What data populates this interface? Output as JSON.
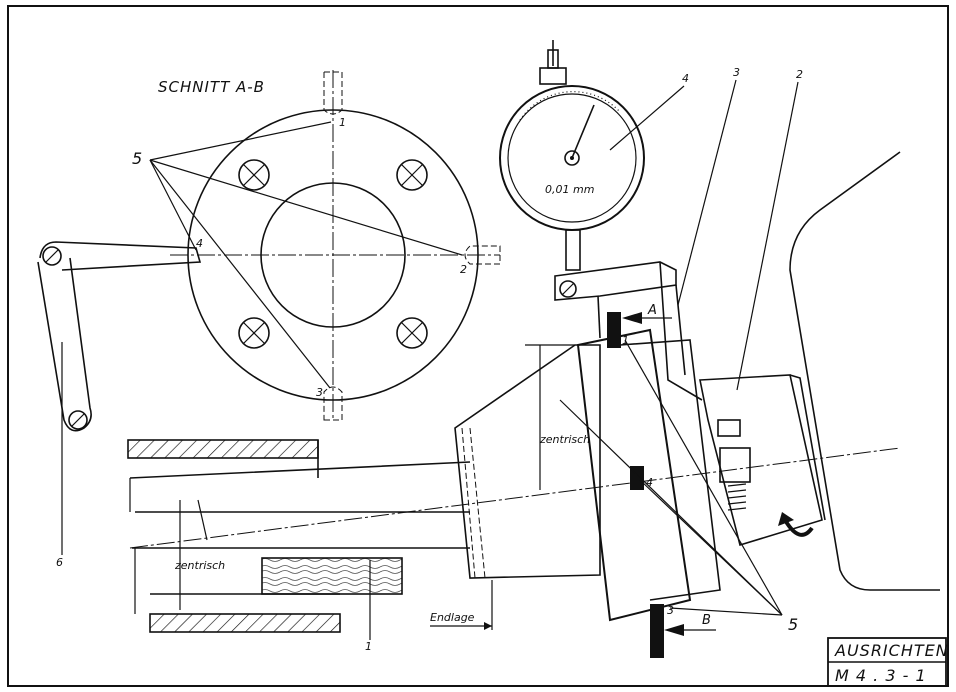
{
  "section_title": "SCHNITT A-B",
  "dial": {
    "scale_label": "0,01 mm"
  },
  "callouts": {
    "c1": "1",
    "c2": "2",
    "c3": "3",
    "c4": "4",
    "c5": "5",
    "c6": "6",
    "pt1": "1",
    "pt2": "2",
    "pt3": "3",
    "pt4": "4",
    "mark_A": "A",
    "mark_B": "B"
  },
  "labels": {
    "zentrisch_upper": "zentrisch",
    "zentrisch_lower": "zentrisch",
    "endlage": "Endlage"
  },
  "title_block": {
    "title": "AUSRICHTEN",
    "code": "M 4 . 3 - 1"
  }
}
